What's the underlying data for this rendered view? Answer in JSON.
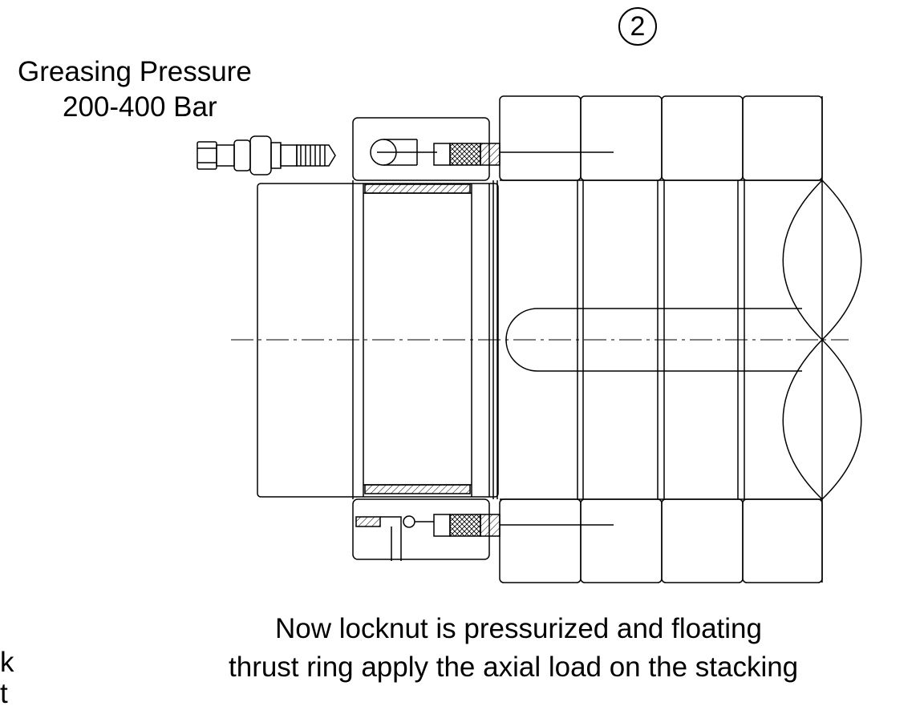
{
  "step_number": "2",
  "greasing": {
    "title": "Greasing Pressure",
    "value": "200-400 Bar"
  },
  "caption": {
    "line1": "Now locknut is pressurized and floating",
    "line2": "thrust ring apply the axial load on the stacking"
  },
  "cut_off_text": {
    "line1": "k",
    "line2": "t"
  },
  "colors": {
    "line": "#000000",
    "background": "#ffffff"
  }
}
